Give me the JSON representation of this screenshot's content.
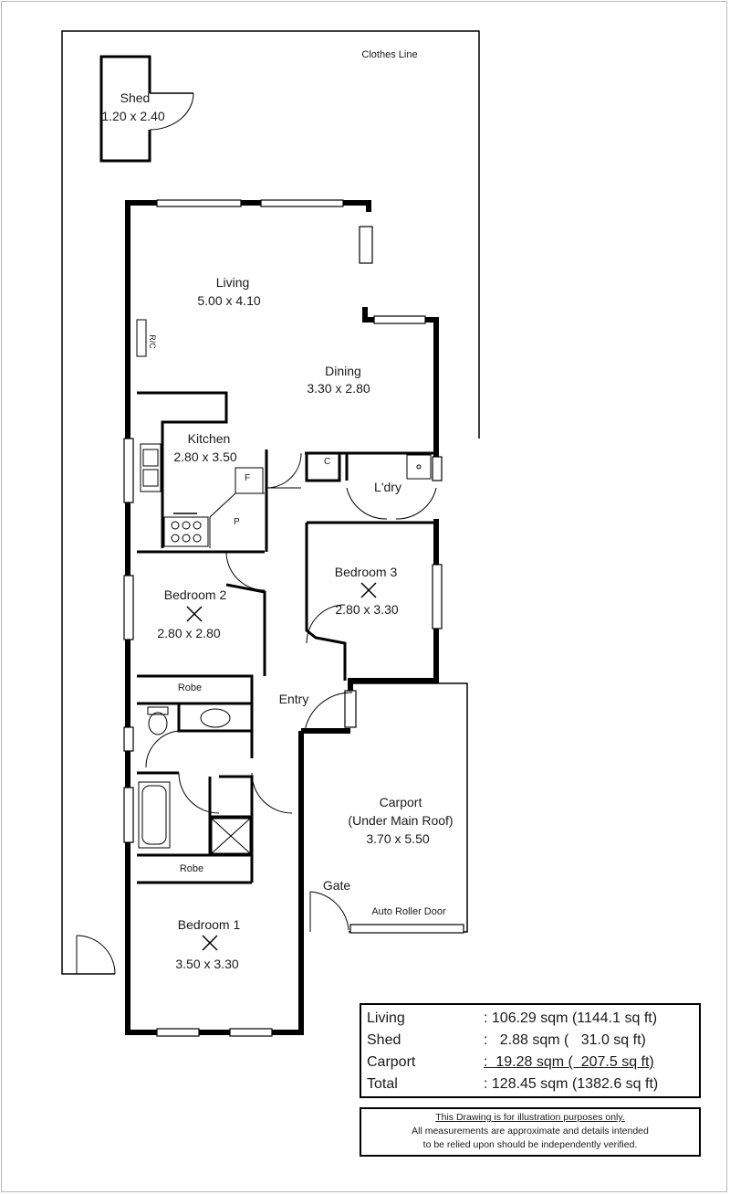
{
  "rooms": {
    "clothes_line": "Clothes Line",
    "shed": {
      "name": "Shed",
      "size": "1.20 x 2.40"
    },
    "living": {
      "name": "Living",
      "size": "5.00 x 4.10"
    },
    "dining": {
      "name": "Dining",
      "size": "3.30 x 2.80"
    },
    "kitchen": {
      "name": "Kitchen",
      "size": "2.80 x 3.50"
    },
    "laundry": {
      "name": "L'dry"
    },
    "bedroom3": {
      "name": "Bedroom 3",
      "size": "2.80 x 3.30"
    },
    "bedroom2": {
      "name": "Bedroom 2",
      "size": "2.80 x 2.80"
    },
    "robe_bed2": "Robe",
    "entry": "Entry",
    "carport": {
      "name_line1": "Carport",
      "name_line2": "(Under Main Roof)",
      "size": "3.70 x 5.50"
    },
    "robe_bed1": "Robe",
    "gate": "Gate",
    "roller_door": "Auto Roller Door",
    "bedroom1": {
      "name": "Bedroom 1",
      "size": "3.50 x 3.30"
    },
    "fixture_f": "F",
    "fixture_p": "P",
    "fixture_c": "C",
    "fixture_rc": "R/C"
  },
  "areas": [
    {
      "name": "Living",
      "value": ": 106.29 sqm (1144.1 sq ft)"
    },
    {
      "name": "Shed",
      "value": ":   2.88 sqm (   31.0 sq ft)"
    },
    {
      "name": "Carport",
      "value": ":  19.28 sqm (  207.5 sq ft)"
    },
    {
      "name": "Total",
      "value": ": 128.45 sqm (1382.6 sq ft)"
    }
  ],
  "disclaimer": {
    "line1": "This Drawing is for illustration purposes only.",
    "line2": "All measurements are approximate and details intended",
    "line3": "to be relied upon should be independently verified."
  }
}
